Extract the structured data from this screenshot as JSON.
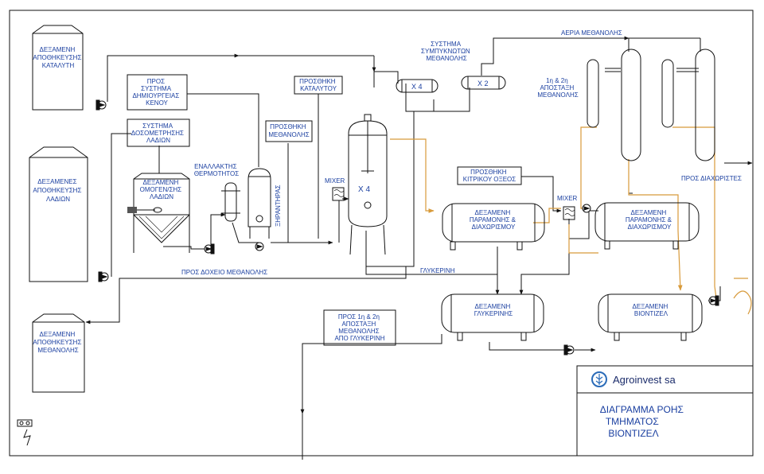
{
  "labels": {
    "tank_catalyst": [
      "ΔΕΞΑΜΕΝΗ",
      "ΑΠΟΘΗΚΕΥΣΗΣ",
      "ΚΑΤΑΛΥΤΗ"
    ],
    "tank_oils": [
      "ΔΕΞΑΜΕΝΕΣ",
      "ΑΠΟΘΗΚΕΥΣΗΣ",
      "ΛΑΔΙΩΝ"
    ],
    "tank_methanol": [
      "ΔΕΞΑΜΕΝΗ",
      "ΑΠΟΘΗΚΕΥΣΗΣ",
      "ΜΕΘΑΝΟΛΗΣ"
    ],
    "vacuum_system": [
      "ΠΡΟΣ",
      "ΣΥΣΤΗΜΑ",
      "ΔΗΜΙΟΥΡΓΕΙΑΣ",
      "ΚΕΝΟΥ"
    ],
    "dosing_system": [
      "ΣΥΣΤΗΜΑ",
      "ΔΟΣΟΜΕΤΡΗΣΗΣ",
      "ΛΑΔΙΩΝ"
    ],
    "homogenizer": [
      "ΔΕΞΑΜΕΝΗ",
      "ΟΜΟΓΕΝ/ΣΗΣ",
      "ΛΑΔΙΩΝ"
    ],
    "heat_exchanger": [
      "ΕΝΑΛΛΑΚΤΗΣ",
      "ΘΕΡΜΟΤΗΤΟΣ"
    ],
    "dryer": "ΞΗΡΑΝΤΗΡΑΣ",
    "add_catalyst": [
      "ΠΡΟΣΘΗΚΗ",
      "ΚΑΤΑΛΥΤΟΥ"
    ],
    "add_methanol": [
      "ΠΡΟΣΘΗΚΗ",
      "ΜΕΘΑΝΟΛΗΣ"
    ],
    "mixer": "MIXER",
    "reactor_count": "X 4",
    "condenser_system": [
      "ΣΥΣΤΗΜΑ",
      "ΣΥΜΠΥΚΝΩΤΩΝ",
      "ΜΕΘΑΝΟΛΗΣ"
    ],
    "condenser_x4": "X 4",
    "condenser_x2": "X 2",
    "methanol_vapors": "ΑΕΡΙΑ ΜΕΘΑΝΟΛΗΣ",
    "distillation_1_2": [
      "1η & 2η",
      "ΑΠΟΣΤΑΞΗ",
      "ΜΕΘΑΝΟΛΗΣ"
    ],
    "to_separators": "ΠΡΟΣ ΔΙΑΧΩΡΙΣΤΕΣ",
    "add_citric": [
      "ΠΡΟΣΘΗΚΗ",
      "ΚΙΤΡΙΚΟΥ ΟΞΕΟΣ"
    ],
    "settling_tank": [
      "ΔΕΞΑΜΕΝΗ",
      "ΠΑΡΑΜΟΝΗΣ &",
      "ΔΙΑΧΩΡΙΣΜΟΥ"
    ],
    "to_methanol_tank": "ΠΡΟΣ ΔΟΧΕΙΟ ΜΕΘΑΝΟΛΗΣ",
    "glycerin": "ΓΛΥΚΕΡΙΝΗ",
    "glycerin_tank": [
      "ΔΕΞΑΜΕΝΗ",
      "ΓΛΥΚΕΡΙΝΗΣ"
    ],
    "biodiesel_tank": [
      "ΔΕΞΑΜΕΝΗ",
      "ΒΙΟΝΤΙΖΕΛ"
    ],
    "glycerin_distillation": [
      "ΠΡΟΣ 1η & 2η",
      "ΑΠΟΣΤΑΞΗ",
      "ΜΕΘΑΝΟΛΗΣ",
      "ΑΠΟ ΓΛΥΚΕΡΙΝΗ"
    ]
  },
  "title_block": {
    "company": "Agroinvest sa",
    "title": [
      "ΔΙΑΓΡΑΜΜΑ ΡΟΗΣ",
      "ΤΜΗΜΑΤΟΣ",
      "ΒΙΟΝΤΙΖΕΛ"
    ]
  },
  "colors": {
    "line": "#111111",
    "label": "#1a3fa0",
    "orange": "#d89a3a",
    "logo": "#2a6bb8"
  }
}
